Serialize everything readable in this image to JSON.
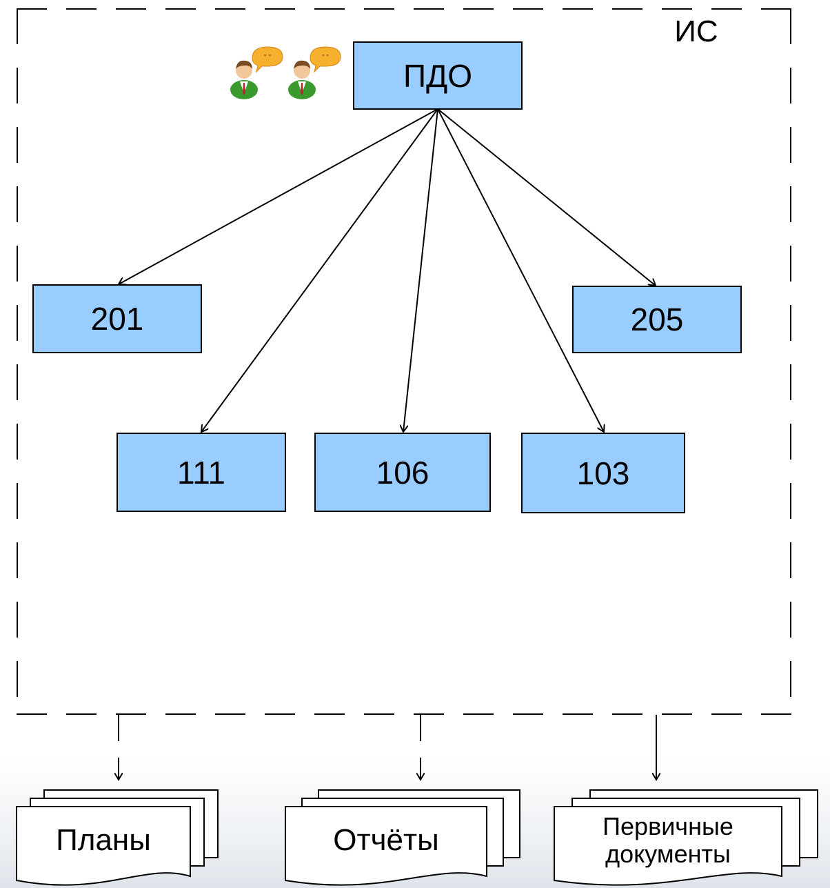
{
  "boundary": {
    "label": "ИС"
  },
  "nodes": {
    "root": "ПДО",
    "n201": "201",
    "n205": "205",
    "n111": "111",
    "n106": "106",
    "n103": "103"
  },
  "documents": {
    "plans": "Планы",
    "reports": "Отчёты",
    "primary_line1": "Первичные",
    "primary_line2": "документы"
  },
  "colors": {
    "node_fill": "#99ccff",
    "stroke": "#000000"
  },
  "icons": {
    "users": "users-speaking-icon"
  }
}
